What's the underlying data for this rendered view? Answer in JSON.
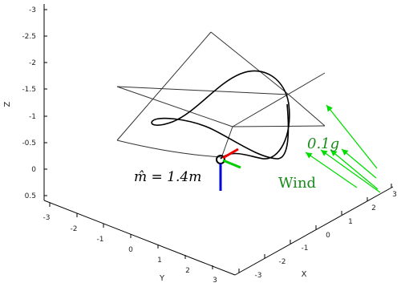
{
  "chart_data": {
    "type": "line3d",
    "title": "",
    "axes": {
      "x": {
        "label": "X",
        "range": [
          -3,
          3
        ],
        "ticks": [
          "-3",
          "-2",
          "-1",
          "0",
          "1",
          "2",
          "3"
        ]
      },
      "y": {
        "label": "Y",
        "range": [
          -3,
          3
        ],
        "ticks": [
          "-3",
          "-2",
          "-1",
          "0",
          "1",
          "2",
          "3"
        ]
      },
      "z": {
        "label": "Z",
        "range": [
          -3,
          0.5
        ],
        "reversed": true,
        "ticks": [
          "-3",
          "-2.5",
          "-2",
          "-1.5",
          "-1",
          "-0.5",
          "0",
          "0.5"
        ]
      }
    },
    "grid": false,
    "colors": {
      "trajectory": "#000000",
      "annotation": "#1a8c1a",
      "wind": "#00dd00",
      "vector_red": "#ee0000",
      "vector_green": "#00cc00",
      "vector_blue": "#0000dd"
    },
    "annotations": {
      "mass": {
        "text": "m̂ = 1.4m"
      },
      "gravity": {
        "text": "0.1g"
      },
      "wind": {
        "text": "Wind"
      }
    },
    "wind_arrows": 5
  }
}
